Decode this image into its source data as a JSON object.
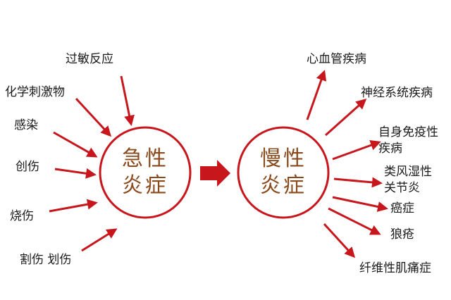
{
  "colors": {
    "arrow": "#c8161d",
    "circle": "#c8161d",
    "center_text": "#8a4a1c",
    "label_text": "#1a1a1a"
  },
  "acute": {
    "line1": "急性",
    "line2": "炎症",
    "causes": [
      "过敏反应",
      "化学刺激物",
      "感染",
      "创伤",
      "烧伤",
      "割伤 划伤"
    ]
  },
  "chronic": {
    "line1": "慢性",
    "line2": "炎症",
    "diseases": [
      "心血管疾病",
      "神经系统疾病",
      "自身免疫性",
      "疾病",
      "类风湿性",
      "关节炎",
      "癌症",
      "狼疮",
      "纤维性肌痛症"
    ]
  }
}
